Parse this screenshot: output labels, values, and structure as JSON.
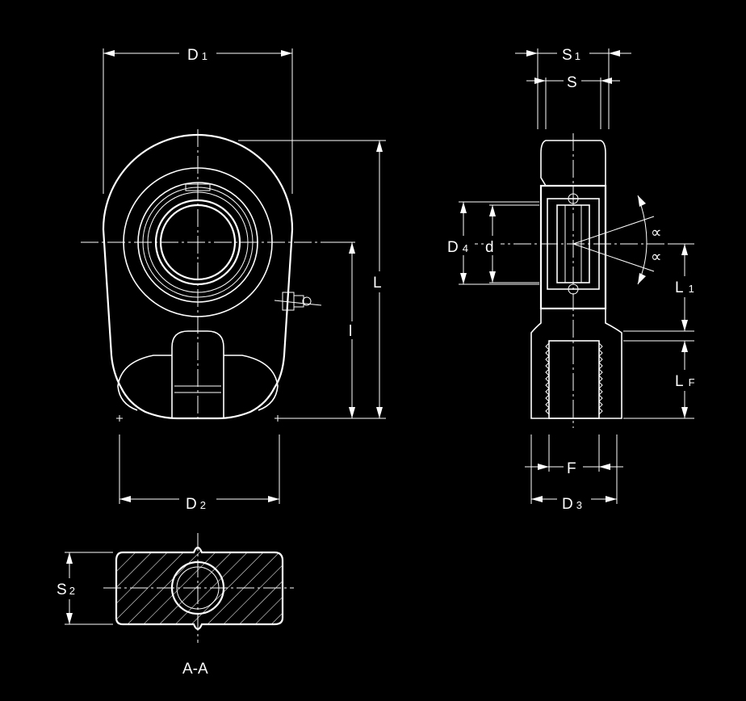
{
  "labels": {
    "d1": {
      "main": "D",
      "sub": "1"
    },
    "d2": {
      "main": "D",
      "sub": "2"
    },
    "d3": {
      "main": "D",
      "sub": "3"
    },
    "d4": {
      "main": "D",
      "sub": "4"
    },
    "d": {
      "main": "d"
    },
    "s": {
      "main": "S"
    },
    "s1": {
      "main": "S",
      "sub": "1"
    },
    "s2": {
      "main": "S",
      "sub": "2"
    },
    "L": {
      "main": "L"
    },
    "l": {
      "main": "l"
    },
    "L1": {
      "main": "L",
      "sub": "1"
    },
    "LF": {
      "main": "L",
      "sub": "F"
    },
    "F": {
      "main": "F"
    },
    "alpha": "∝",
    "section": "A-A"
  }
}
